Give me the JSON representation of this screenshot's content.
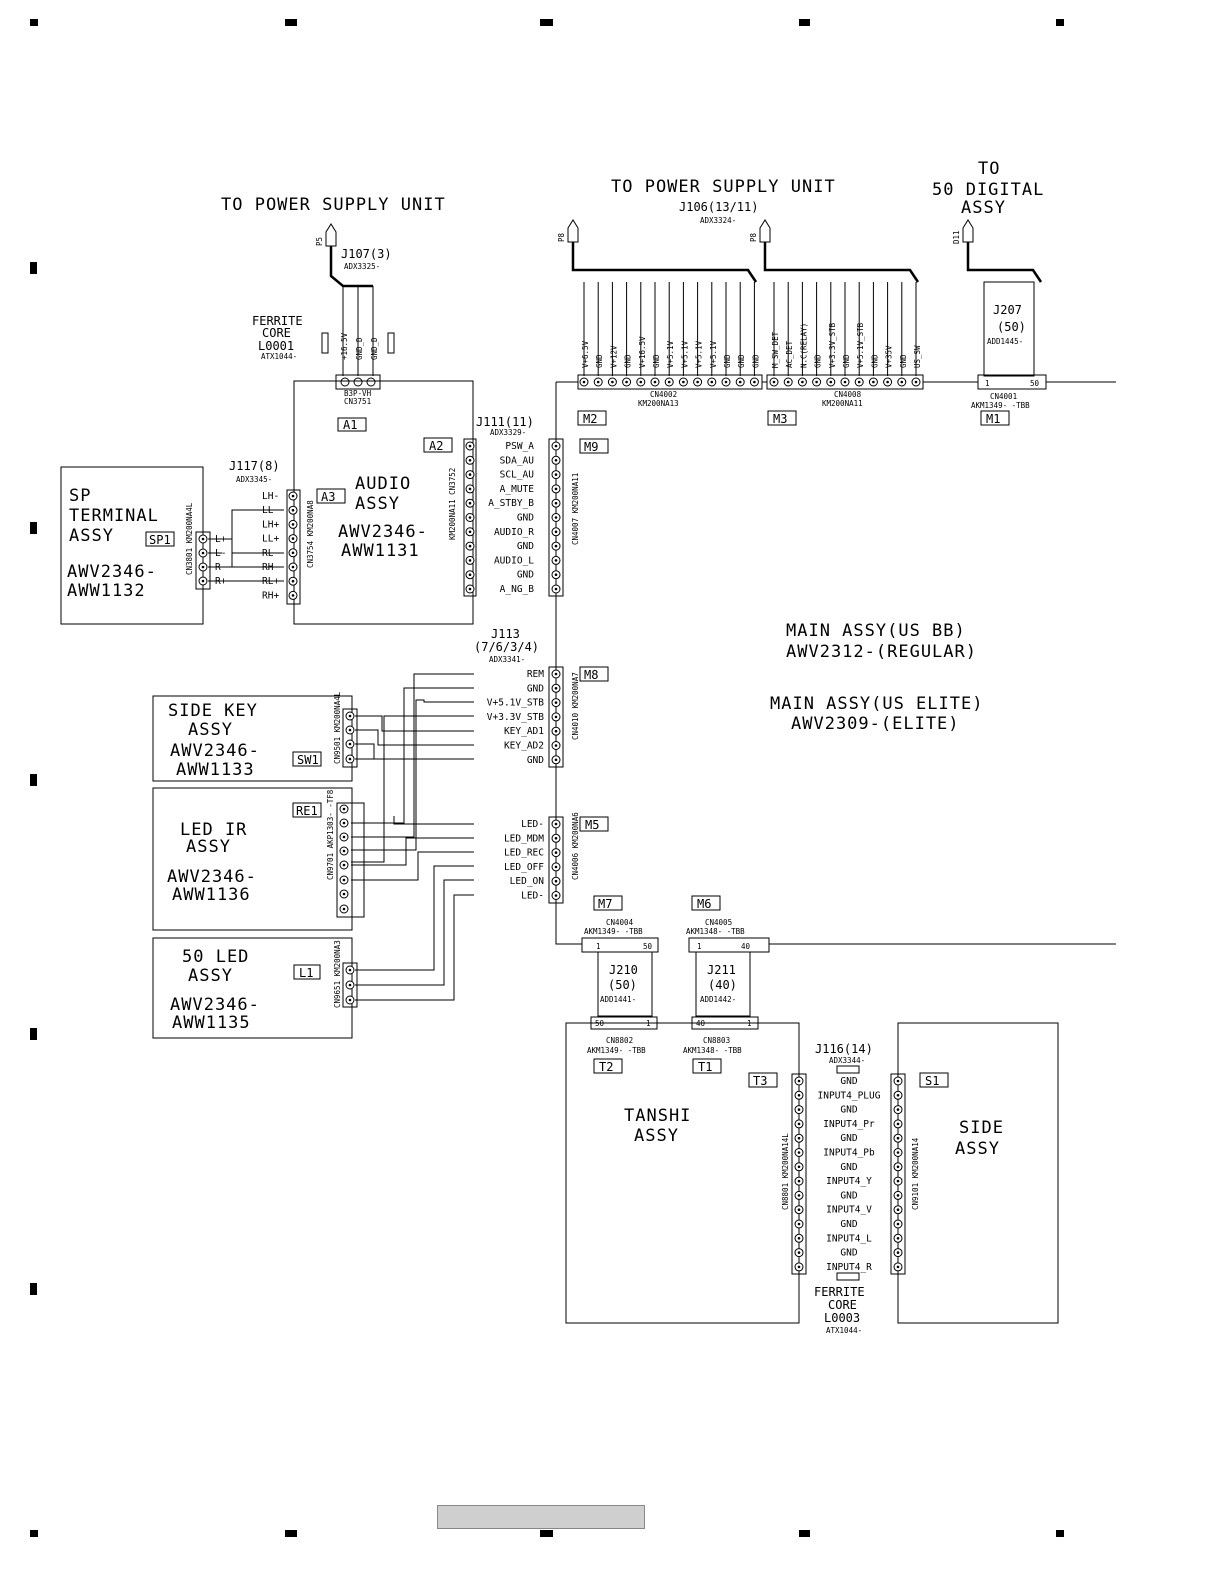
{
  "titles": {
    "power_supply_left": "TO POWER SUPPLY UNIT",
    "power_supply_right": "TO POWER SUPPLY UNIT",
    "digital_to": "TO",
    "digital_line2": "50 DIGITAL",
    "digital_line3": "ASSY"
  },
  "connectors": {
    "p5": "P5",
    "p8a": "P8",
    "p8b": "P8",
    "d11": "D11",
    "j107": "J107(3)",
    "j107_part": "ADX3325-",
    "j106": "J106(13/11)",
    "j106_part": "ADX3324-",
    "j207": "J207",
    "j207_n": "(50)",
    "j207_part": "ADD1445-",
    "j111": "J111(11)",
    "j111_part": "ADX3329-",
    "j117": "J117(8)",
    "j117_part": "ADX3345-",
    "j113": "J113",
    "j113_n": "(7/6/3/4)",
    "j113_part": "ADX3341-",
    "j116": "J116(14)",
    "j116_part": "ADX3344-",
    "j210": "J210",
    "j210_n": "(50)",
    "j210_part": "ADD1441-",
    "j211": "J211",
    "j211_n": "(40)",
    "j211_part": "ADD1442-",
    "cn3751": "CN3751",
    "b3p": "B3P-VH",
    "cn4002": "CN4002",
    "cn4002_part": "KM200NA13",
    "cn4008": "CN4008",
    "cn4008_part": "KM200NA11",
    "cn4001": "CN4001",
    "cn4001_part": "AKM1349- -TBB",
    "cn4004": "CN4004",
    "cn4004_part": "AKM1349- -TBB",
    "cn4005": "CN4005",
    "cn4005_part": "AKM1348- -TBB",
    "cn8802": "CN8802",
    "cn8802_part": "AKM1349- -TBB",
    "cn8803": "CN8803",
    "cn8803_part": "AKM1348- -TBB",
    "cn4007": "CN4007 KM200NA11",
    "cn3752": "KM200NA11 CN3752",
    "cn3754": "CN3754 KM200NA8",
    "cn3801": "CN3801 KM200NA4L",
    "cn9501": "CN9501 KM200NA4L",
    "cn9701": "CN9701 AKP1303- -TF8",
    "cn9651": "CN9651 KM200NA3",
    "cn4010": "CN4010 KM200NA7",
    "cn4006": "CN4006 KM200NA6",
    "cn8801": "CN8801 KM200NA14L",
    "cn9101": "CN9101 KM200NA14"
  },
  "ferrite": {
    "f1_l1": "FERRITE",
    "f1_l2": "CORE",
    "f1_l3": "L0001",
    "f1_part": "ATX1044-",
    "f2_l1": "FERRITE",
    "f2_l2": "CORE",
    "f2_l3": "L0003",
    "f2_part": "ATX1044-"
  },
  "j107_pins": [
    "+16.5V",
    "GND_D",
    "GND_D"
  ],
  "cn4002_pins": [
    "V+6.5V",
    "GND",
    "V+12V",
    "GND",
    "V+16.5V",
    "GND",
    "V+5.1V",
    "V+5.1V",
    "V+5.1V",
    "V+5.1V",
    "GND",
    "GND",
    "GND"
  ],
  "cn4008_pins": [
    "M_SW_DET",
    "AC_DET",
    "N.C(RELAY)",
    "GND",
    "V+3.3V_STB",
    "GND",
    "V+5.1V_STB",
    "GND",
    "V+35V",
    "GND",
    "US_SW"
  ],
  "pin_edges": {
    "one": "1",
    "fifty": "50",
    "forty": "40"
  },
  "j111_pins": [
    "PSW_A",
    "SDA_AU",
    "SCL_AU",
    "A_MUTE",
    "A_STBY_B",
    "GND",
    "AUDIO_R",
    "GND",
    "AUDIO_L",
    "GND",
    "A_NG_B"
  ],
  "j117_pins": [
    "LH-",
    "LL-",
    "LH+",
    "LL+",
    "RL-",
    "RH-",
    "RL+",
    "RH+"
  ],
  "sp_pins": [
    "L+",
    "L-",
    "R-",
    "R+"
  ],
  "j113_pins_a": [
    "REM",
    "GND",
    "V+5.1V_STB",
    "V+3.3V_STB",
    "KEY_AD1",
    "KEY_AD2",
    "GND"
  ],
  "j113_pins_b": [
    "LED-",
    "LED_MDM",
    "LED_REC",
    "LED_OFF",
    "LED_ON",
    "LED-"
  ],
  "j116_pins": [
    "GND",
    "INPUT4_PLUG",
    "GND",
    "INPUT4_Pr",
    "GND",
    "INPUT4_Pb",
    "GND",
    "INPUT4_Y",
    "GND",
    "INPUT4_V",
    "GND",
    "INPUT4_L",
    "GND",
    "INPUT4_R"
  ],
  "assemblies": {
    "audio_l1": "AUDIO",
    "audio_l2": "ASSY",
    "audio_p1": "AWV2346-",
    "audio_p2": "AWW1131",
    "sp_l1": "SP",
    "sp_l2": "TERMINAL",
    "sp_l3": "ASSY",
    "sp_p1": "AWV2346-",
    "sp_p2": "AWW1132",
    "sidekey_l1": "SIDE KEY",
    "sidekey_l2": "ASSY",
    "sidekey_p1": "AWV2346-",
    "sidekey_p2": "AWW1133",
    "ledir_l1": "LED IR",
    "ledir_l2": "ASSY",
    "ledir_p1": "AWV2346-",
    "ledir_p2": "AWW1136",
    "led50_l1": "50 LED",
    "led50_l2": "ASSY",
    "led50_p1": "AWV2346-",
    "led50_p2": "AWW1135",
    "main_l1": "MAIN ASSY(US BB)",
    "main_l2": "AWV2312-(REGULAR)",
    "main_l3": "MAIN ASSY(US ELITE)",
    "main_l4": "AWV2309-(ELITE)",
    "tanshi_l1": "TANSHI",
    "tanshi_l2": "ASSY",
    "side_l1": "SIDE",
    "side_l2": "ASSY"
  },
  "tags": {
    "a1": "A1",
    "a2": "A2",
    "a3": "A3",
    "m1": "M1",
    "m2": "M2",
    "m3": "M3",
    "m5": "M5",
    "m6": "M6",
    "m7": "M7",
    "m8": "M8",
    "m9": "M9",
    "sp1": "SP1",
    "sw1": "SW1",
    "re1": "RE1",
    "l1": "L1",
    "t1": "T1",
    "t2": "T2",
    "t3": "T3",
    "s1": "S1"
  }
}
